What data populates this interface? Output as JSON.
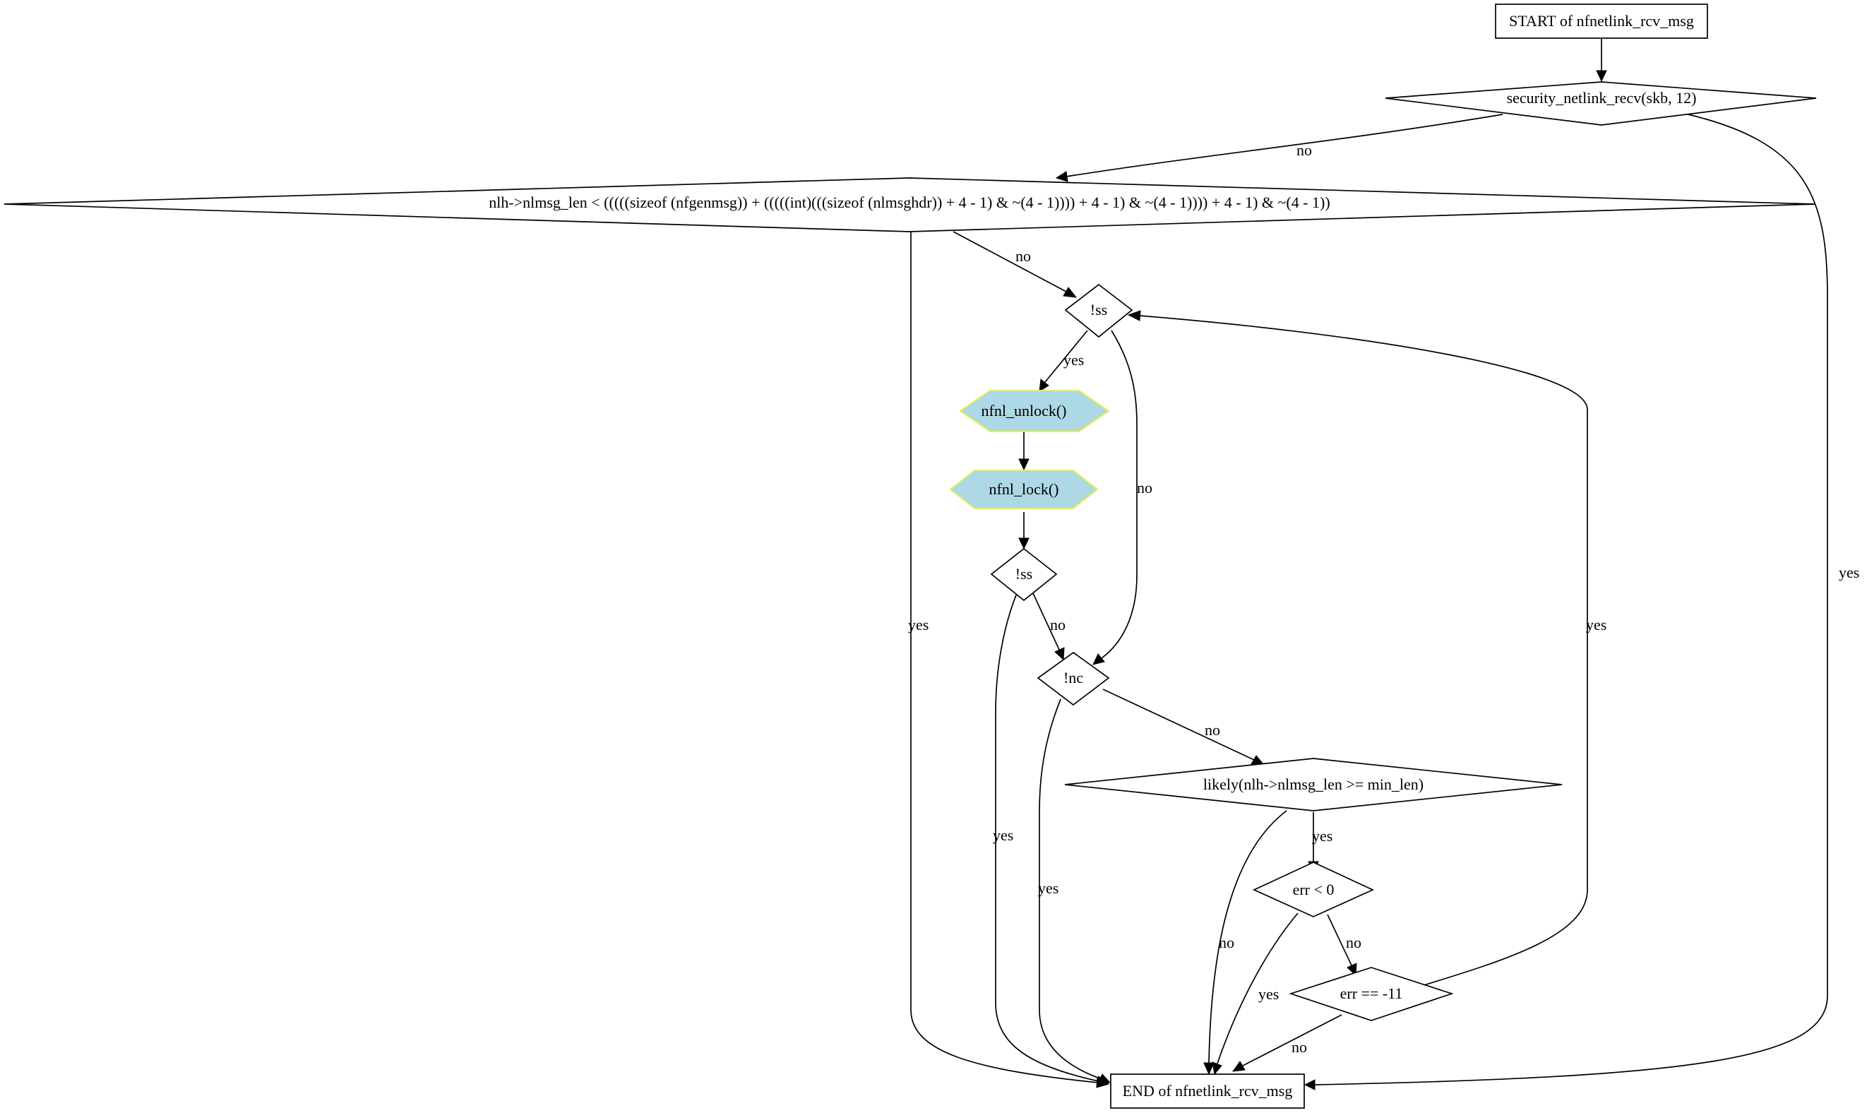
{
  "nodes": {
    "start": "START of nfnetlink_rcv_msg",
    "security": "security_netlink_recv(skb, 12)",
    "nlmsg_len_check": "nlh->nlmsg_len < (((((sizeof (nfgenmsg)) + (((((int)(((sizeof (nlmsghdr)) + 4 - 1) & ~(4 - 1)))) + 4 - 1) & ~(4 - 1)))) + 4 - 1) & ~(4 - 1))",
    "ss_check_1": "!ss",
    "nfnl_unlock": "nfnl_unlock()",
    "nfnl_lock": "nfnl_lock()",
    "ss_check_2": "!ss",
    "nc_check": "!nc",
    "likely_check": "likely(nlh->nlmsg_len >= min_len)",
    "err_lt_zero": "err < 0",
    "err_eq_eagain": "err == -11",
    "end": "END of nfnetlink_rcv_msg"
  },
  "edges": {
    "start_security": "",
    "security_nlmsg": "no",
    "security_end": "yes",
    "nlmsg_ss1": "no",
    "nlmsg_end": "yes",
    "ss1_unlock": "yes",
    "ss1_nc": "no",
    "unlock_lock": "",
    "lock_ss2": "",
    "ss2_nc": "no",
    "ss2_end": "yes",
    "nc_likely": "no",
    "nc_end": "yes",
    "likely_err": "yes",
    "likely_end": "no",
    "err_erreq": "no",
    "err_end": "yes",
    "erreq_ss1": "yes",
    "erreq_end": "no"
  }
}
